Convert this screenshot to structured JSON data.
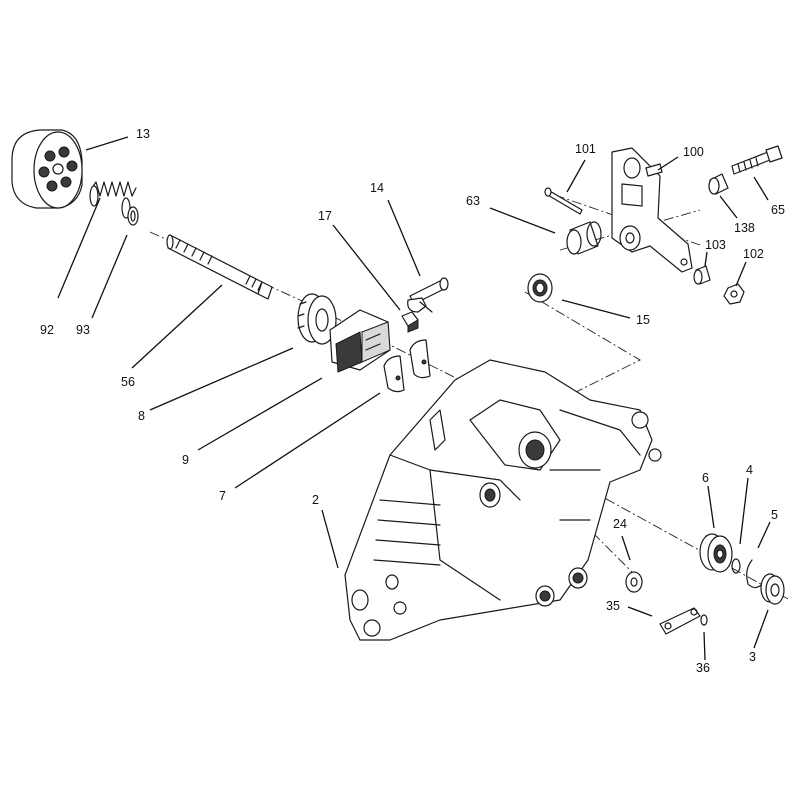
{
  "callouts": [
    {
      "id": "c13",
      "text": "13"
    },
    {
      "id": "c92",
      "text": "92"
    },
    {
      "id": "c93",
      "text": "93"
    },
    {
      "id": "c56",
      "text": "56"
    },
    {
      "id": "c8",
      "text": "8"
    },
    {
      "id": "c9",
      "text": "9"
    },
    {
      "id": "c7",
      "text": "7"
    },
    {
      "id": "c17",
      "text": "17"
    },
    {
      "id": "c14",
      "text": "14"
    },
    {
      "id": "c2",
      "text": "2"
    },
    {
      "id": "c101",
      "text": "101"
    },
    {
      "id": "c100",
      "text": "100"
    },
    {
      "id": "c63",
      "text": "63"
    },
    {
      "id": "c138",
      "text": "138"
    },
    {
      "id": "c65",
      "text": "65"
    },
    {
      "id": "c103",
      "text": "103"
    },
    {
      "id": "c102",
      "text": "102"
    },
    {
      "id": "c15",
      "text": "15"
    },
    {
      "id": "c6",
      "text": "6"
    },
    {
      "id": "c4",
      "text": "4"
    },
    {
      "id": "c5",
      "text": "5"
    },
    {
      "id": "c24",
      "text": "24"
    },
    {
      "id": "c35",
      "text": "35"
    },
    {
      "id": "c36",
      "text": "36"
    },
    {
      "id": "c3",
      "text": "3"
    }
  ]
}
